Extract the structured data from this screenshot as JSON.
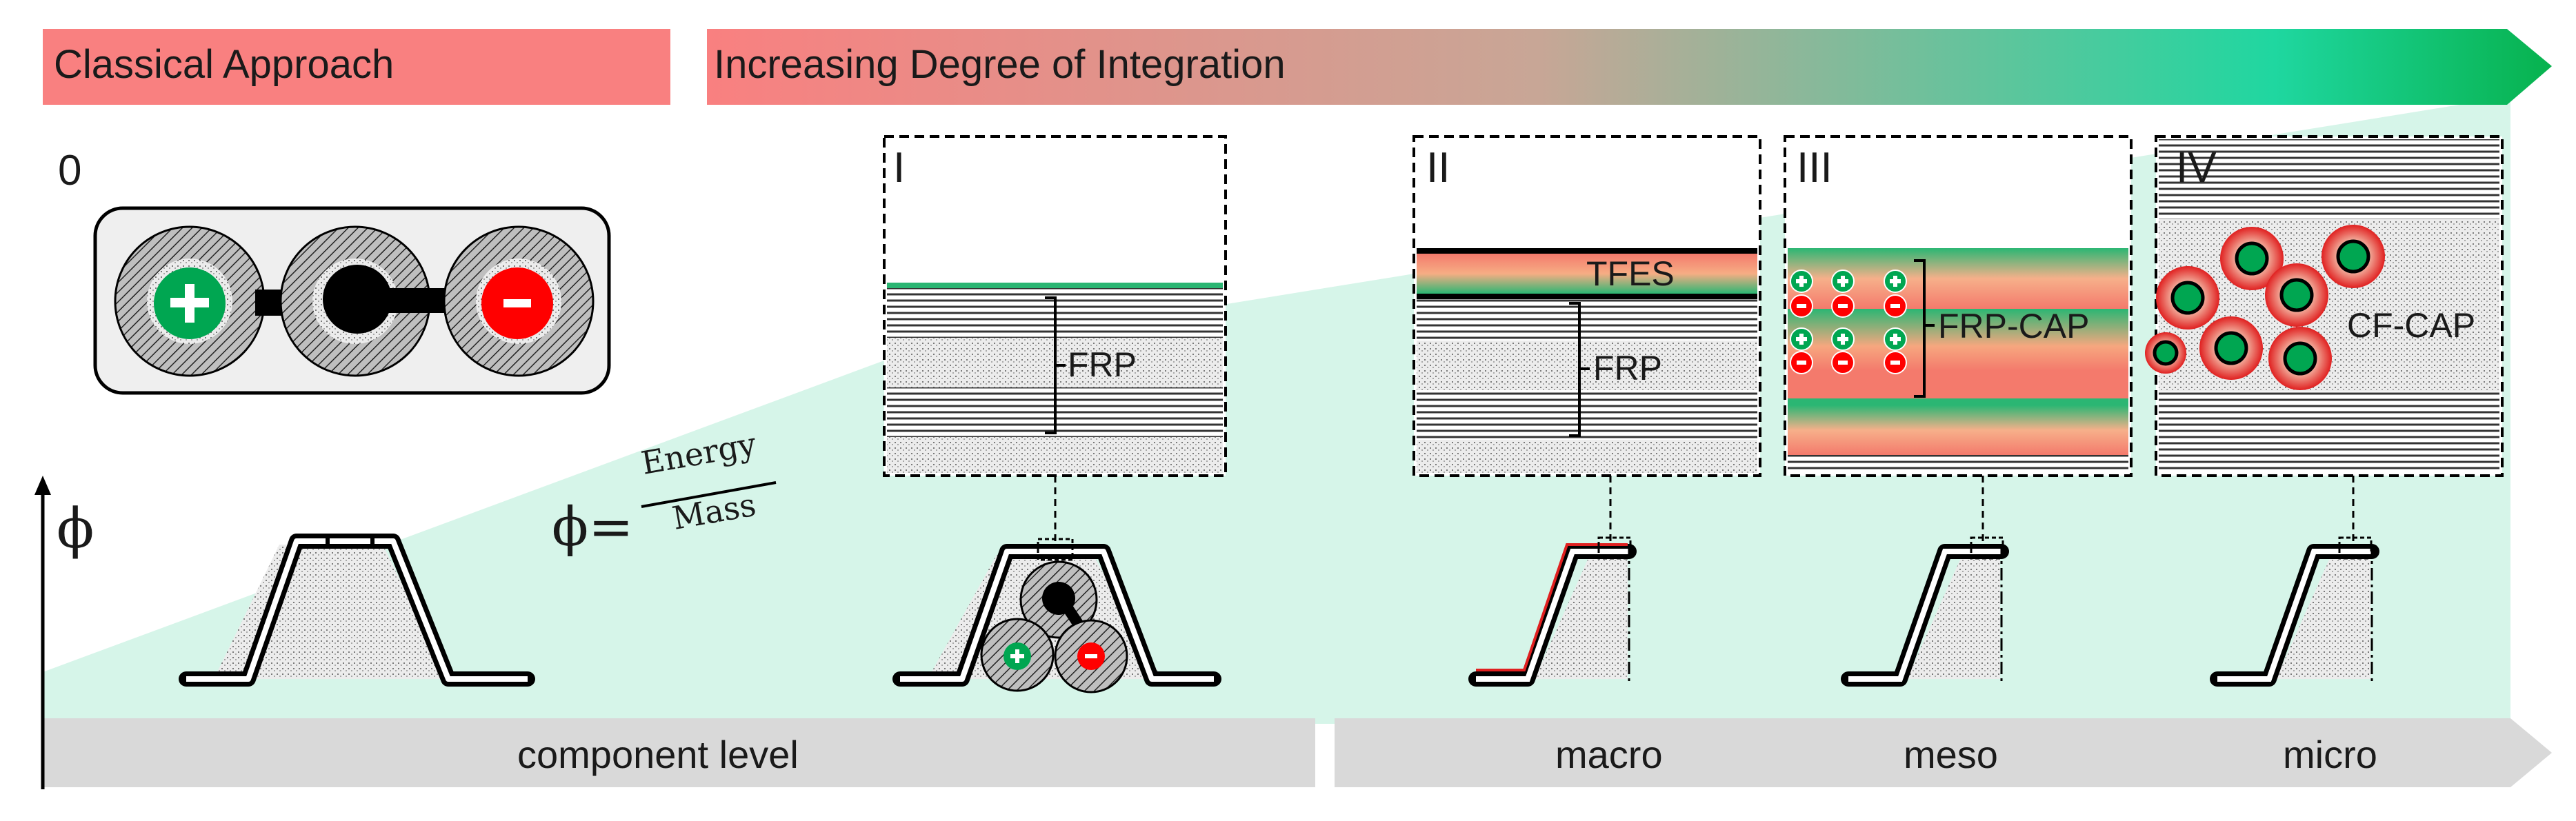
{
  "header": {
    "classical_label": "Classical Approach",
    "integration_label": "Increasing Degree of Integration"
  },
  "concepts": [
    {
      "numeral": "0"
    },
    {
      "numeral": "I",
      "layer_label": "FRP"
    },
    {
      "numeral": "II",
      "top_label": "TFES",
      "layer_label": "FRP"
    },
    {
      "numeral": "III",
      "layer_label": "FRP-CAP"
    },
    {
      "numeral": "IV",
      "layer_label": "CF-CAP"
    }
  ],
  "formula": {
    "symbol": "ϕ=",
    "numerator": "Energy",
    "denominator": "Mass"
  },
  "axis": {
    "symbol": "ϕ"
  },
  "levels": {
    "component": "component level",
    "macro": "macro",
    "meso": "meso",
    "micro": "micro"
  },
  "colors": {
    "classical_banner": "#f98080",
    "integration_start": "#f98080",
    "integration_end": "#00b050",
    "growth_area": "#d6f5e9",
    "level_bar": "#d9d9d9",
    "positive": "#00a651",
    "negative": "#ff0000"
  }
}
